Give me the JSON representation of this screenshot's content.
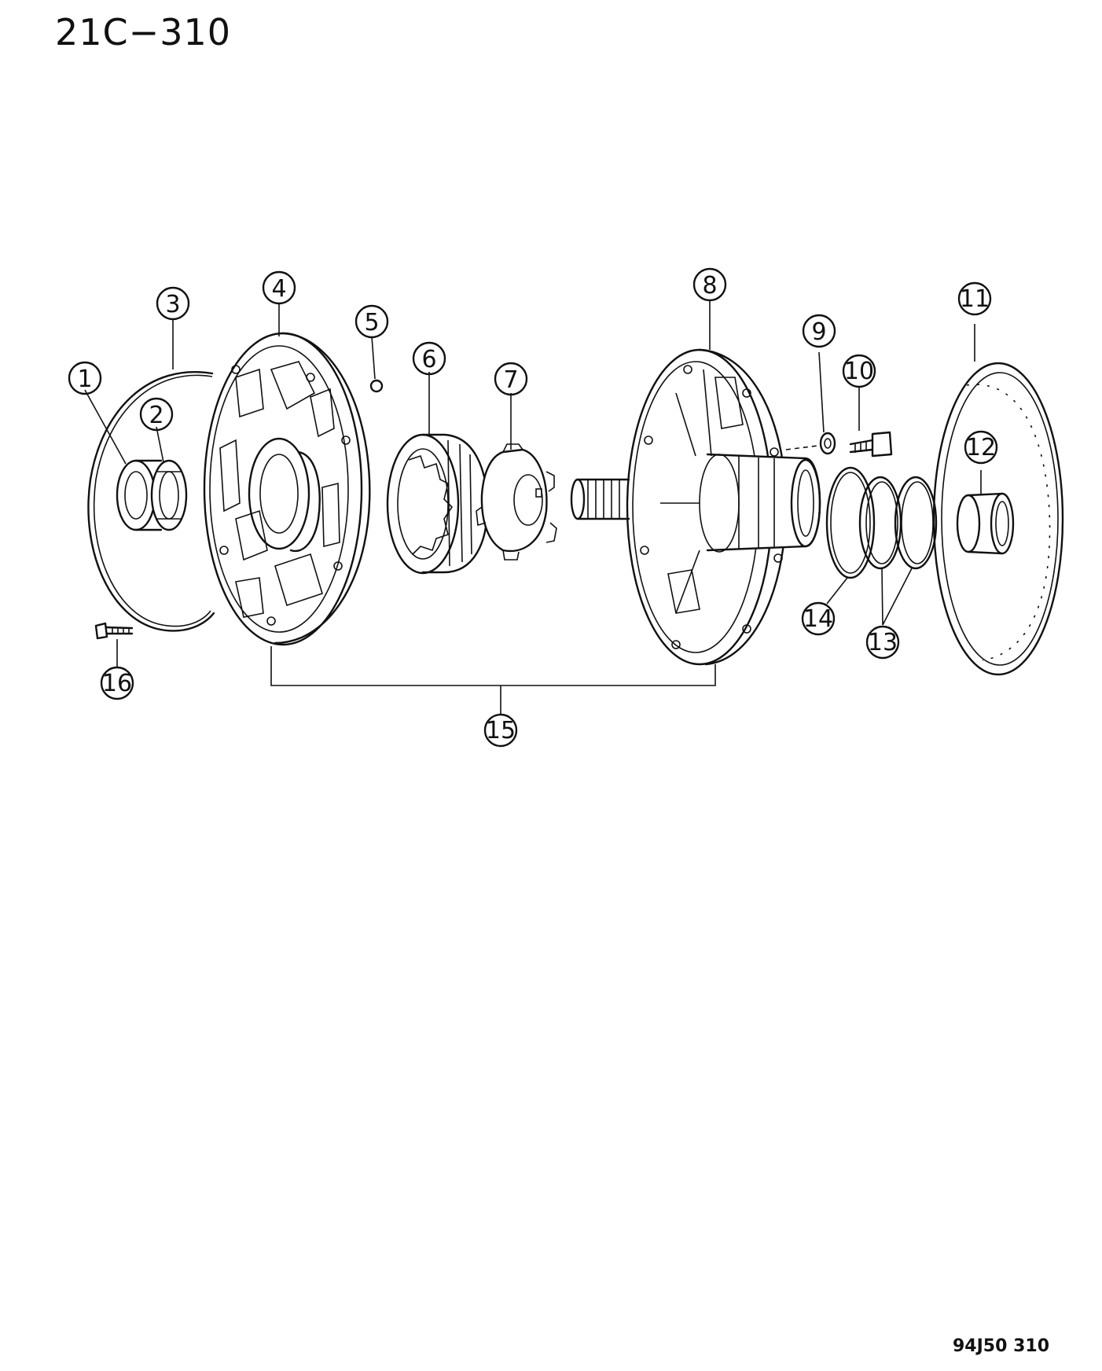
{
  "page_code": "21C−310",
  "footer_code": "94J50  310",
  "callouts": [
    {
      "id": "1",
      "label": "1"
    },
    {
      "id": "2",
      "label": "2"
    },
    {
      "id": "3",
      "label": "3"
    },
    {
      "id": "4",
      "label": "4"
    },
    {
      "id": "5",
      "label": "5"
    },
    {
      "id": "6",
      "label": "6"
    },
    {
      "id": "7",
      "label": "7"
    },
    {
      "id": "8",
      "label": "8"
    },
    {
      "id": "9",
      "label": "9"
    },
    {
      "id": "10",
      "label": "10"
    },
    {
      "id": "11",
      "label": "11"
    },
    {
      "id": "12",
      "label": "12"
    },
    {
      "id": "13",
      "label": "13"
    },
    {
      "id": "14",
      "label": "14"
    },
    {
      "id": "15",
      "label": "15"
    },
    {
      "id": "16",
      "label": "16"
    }
  ]
}
